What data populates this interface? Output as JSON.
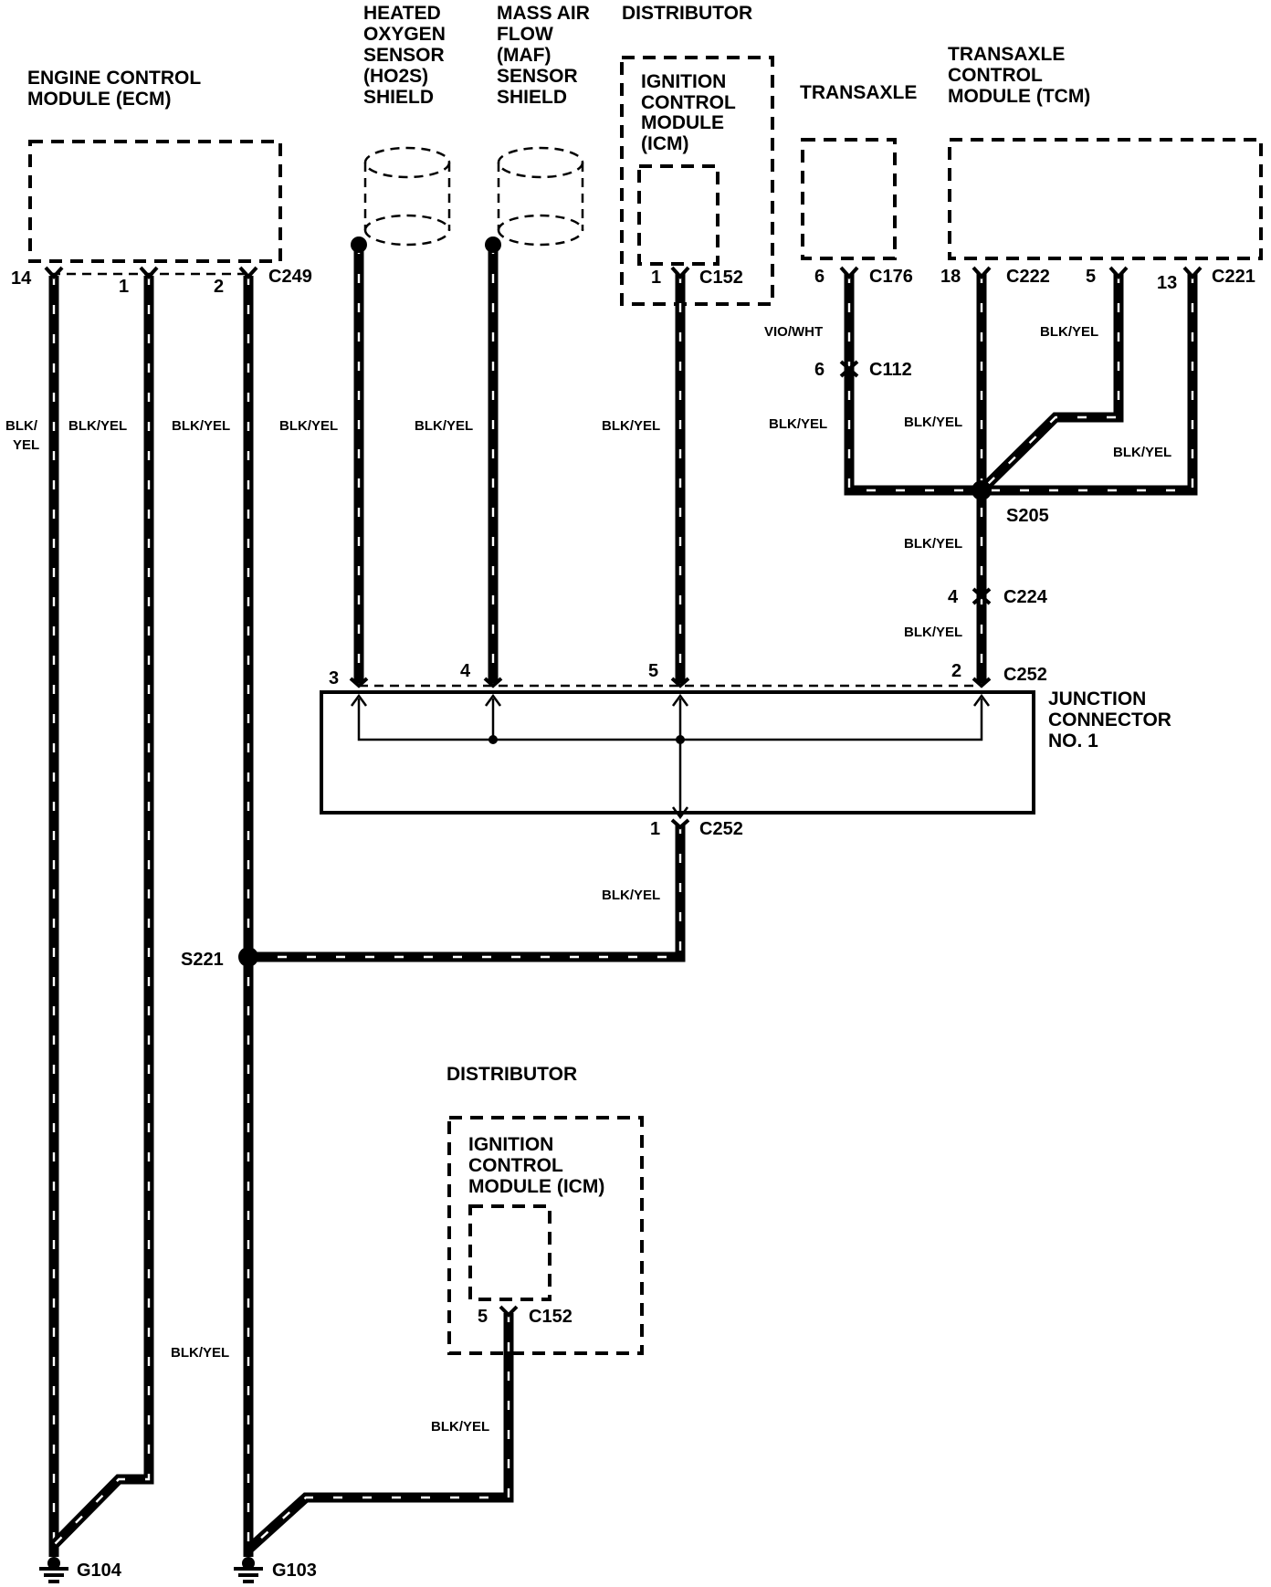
{
  "components": {
    "ecm": [
      "ENGINE CONTROL",
      "MODULE (ECM)"
    ],
    "ho2s": [
      "HEATED",
      "OXYGEN",
      "SENSOR",
      "(HO2S)",
      "SHIELD"
    ],
    "maf": [
      "MASS AIR",
      "FLOW",
      "(MAF)",
      "SENSOR",
      "SHIELD"
    ],
    "distributor_top": "DISTRIBUTOR",
    "icm_top": [
      "IGNITION",
      "CONTROL",
      "MODULE",
      "(ICM)"
    ],
    "transaxle": "TRANSAXLE",
    "tcm": [
      "TRANSAXLE",
      "CONTROL",
      "MODULE (TCM)"
    ],
    "junction": [
      "JUNCTION",
      "CONNECTOR",
      "NO. 1"
    ],
    "distributor_bottom": "DISTRIBUTOR",
    "icm_bottom": [
      "IGNITION",
      "CONTROL",
      "MODULE (ICM)"
    ]
  },
  "connectors": {
    "c249": "C249",
    "c152_top": "C152",
    "c176": "C176",
    "c222": "C222",
    "c221": "C221",
    "c112": "C112",
    "c224": "C224",
    "c252_top": "C252",
    "c252_bottom": "C252",
    "c152_bottom": "C152"
  },
  "pins": {
    "ecm_14": "14",
    "ecm_1": "1",
    "ecm_2": "2",
    "icm_1": "1",
    "transaxle_6": "6",
    "tcm_18": "18",
    "tcm_5": "5",
    "tcm_13": "13",
    "c112_6": "6",
    "c224_4": "4",
    "jc_3": "3",
    "jc_4": "4",
    "jc_5": "5",
    "jc_2": "2",
    "jc_1": "1",
    "icm_bottom_5": "5"
  },
  "splices": {
    "s205": "S205",
    "s221": "S221"
  },
  "grounds": {
    "g104": "G104",
    "g103": "G103"
  },
  "wire_labels": {
    "ecm14": [
      "BLK/",
      "YEL"
    ],
    "ecm1": "BLK/YEL",
    "ecm2": "BLK/YEL",
    "ho2s": "BLK/YEL",
    "maf": "BLK/YEL",
    "icm": "BLK/YEL",
    "trans_top": "VIO/WHT",
    "trans_bottom": "BLK/YEL",
    "tcm18": "BLK/YEL",
    "tcm5": "BLK/YEL",
    "tcm13": "BLK/YEL",
    "s205_down": "BLK/YEL",
    "c224_down": "BLK/YEL",
    "jc1_down": "BLK/YEL",
    "g103_line": "BLK/YEL",
    "icm_bottom": "BLK/YEL"
  }
}
